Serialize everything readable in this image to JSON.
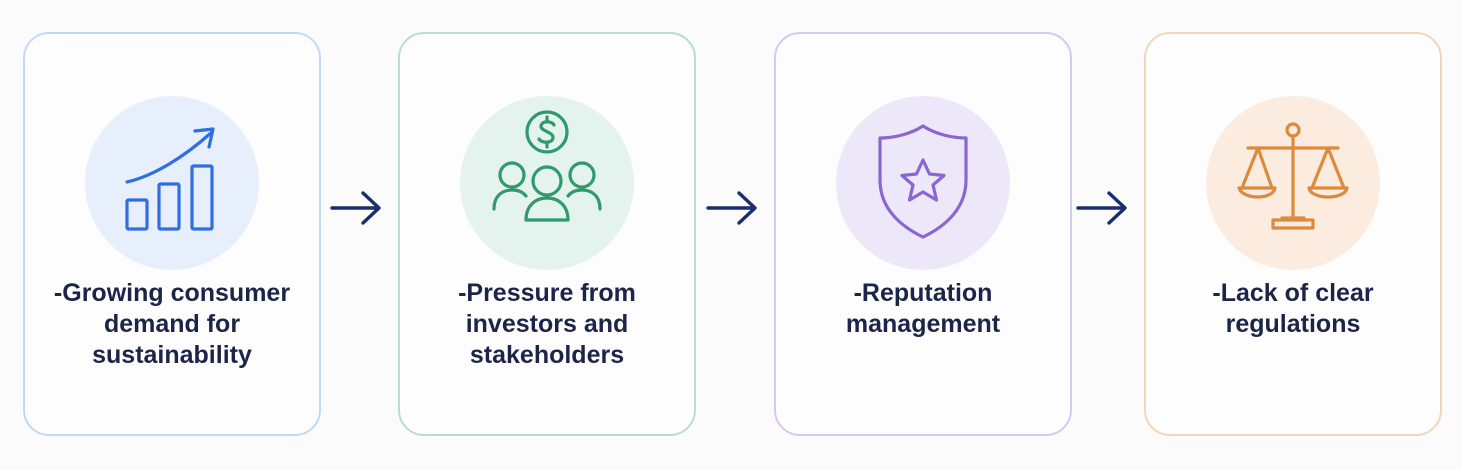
{
  "steps": [
    {
      "icon": "growth-chart-icon",
      "color": "#2f6fe0",
      "lines": [
        "-Growing consumer",
        "demand for",
        "sustainability"
      ]
    },
    {
      "icon": "investors-dollar-icon",
      "color": "#2e9a6e",
      "lines": [
        "-Pressure from",
        "investors and",
        "stakeholders"
      ]
    },
    {
      "icon": "shield-star-icon",
      "color": "#8a66cf",
      "lines": [
        "-Reputation",
        "management"
      ]
    },
    {
      "icon": "scales-icon",
      "color": "#de8a3c",
      "lines": [
        "-Lack of clear",
        "regulations"
      ]
    }
  ],
  "arrow_color": "#1b2d6b"
}
